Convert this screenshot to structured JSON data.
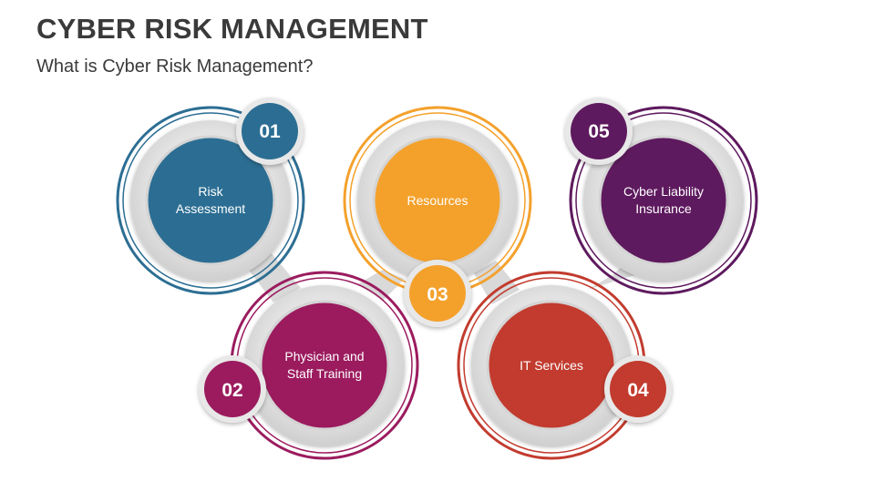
{
  "header": {
    "title": "CYBER RISK MANAGEMENT",
    "subtitle": "What is Cyber Risk Management?"
  },
  "colors": {
    "item1": "#2c6e93",
    "item2": "#9b1b5e",
    "item3": "#f4a12c",
    "item4": "#c23b2e",
    "item5": "#5e1a5e"
  },
  "items": [
    {
      "number": "01",
      "label_lines": [
        "Risk",
        "Assessment"
      ]
    },
    {
      "number": "02",
      "label_lines": [
        "Physician and",
        "Staff Training"
      ]
    },
    {
      "number": "03",
      "label_lines": [
        "Resources"
      ]
    },
    {
      "number": "04",
      "label_lines": [
        "IT Services"
      ]
    },
    {
      "number": "05",
      "label_lines": [
        "Cyber Liability",
        "Insurance"
      ]
    }
  ]
}
